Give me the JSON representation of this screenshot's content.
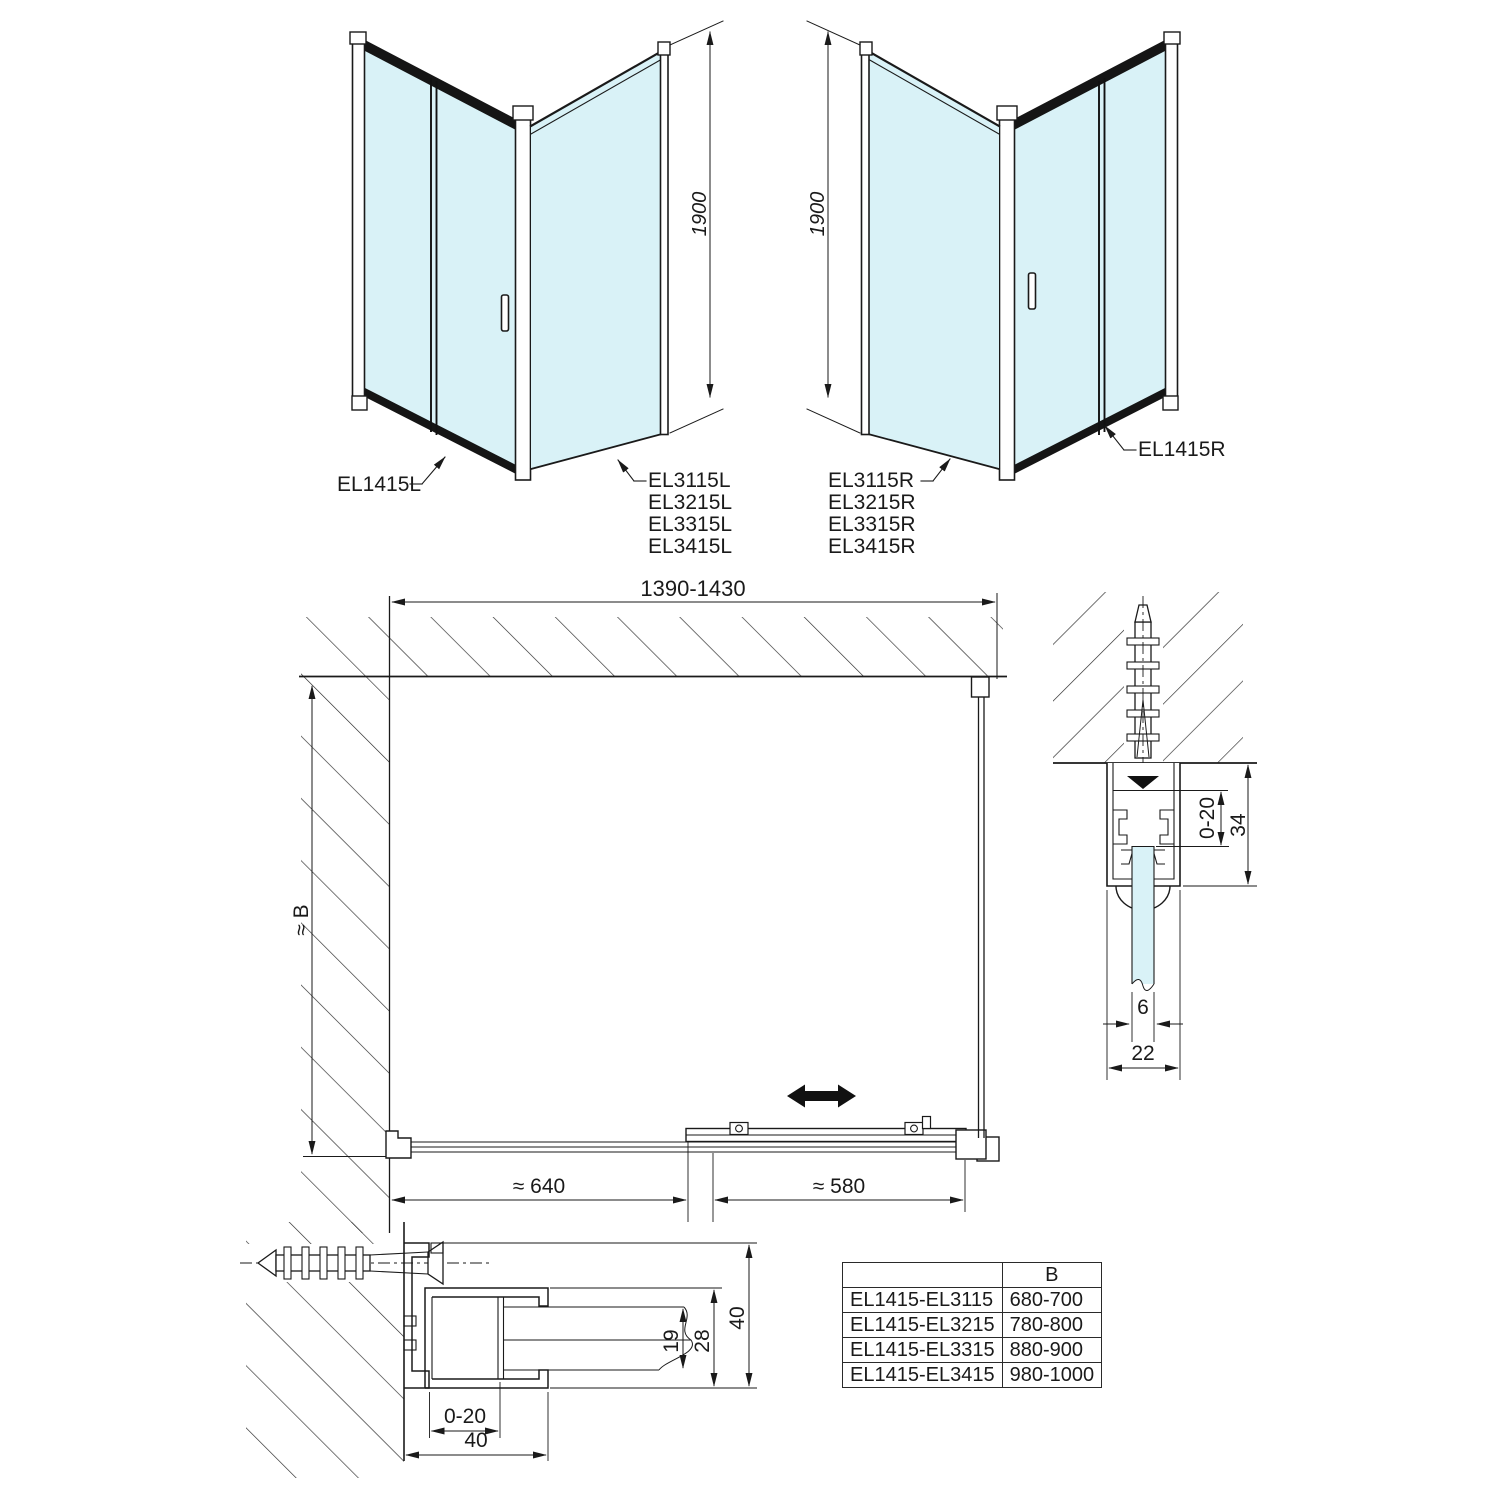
{
  "drawings": {
    "left": {
      "door_label": "EL1415L",
      "panel_labels": [
        "EL3115L",
        "EL3215L",
        "EL3315L",
        "EL3415L"
      ],
      "height_dim": "1900"
    },
    "right": {
      "door_label": "EL1415R",
      "panel_labels": [
        "EL3115R",
        "EL3215R",
        "EL3315R",
        "EL3415R"
      ],
      "height_dim": "1900"
    }
  },
  "plan": {
    "width_dim": "1390-1430",
    "depth_dim": "≈ B",
    "fixed_panel_dim": "≈ 640",
    "door_dim": "≈ 580"
  },
  "wall_profile_section": {
    "adjust_dim": "0-20",
    "profile_depth_dim": "34",
    "glass_thickness_dim": "6",
    "profile_width_dim": "22"
  },
  "wall_profile_plan_section": {
    "adjust_dim": "0-20",
    "profile_width_dim": "40",
    "glass_insert_dim": "19",
    "inner_profile_dim": "28",
    "outer_profile_dim": "40"
  },
  "size_table": {
    "col_header": "B",
    "rows": [
      {
        "model": "EL1415-EL3115",
        "b": "680-700"
      },
      {
        "model": "EL1415-EL3215",
        "b": "780-800"
      },
      {
        "model": "EL1415-EL3315",
        "b": "880-900"
      },
      {
        "model": "EL1415-EL3415",
        "b": "980-1000"
      }
    ]
  },
  "icons": {
    "slide_direction": "double-arrow"
  },
  "colors": {
    "glass": "#d9f2f7",
    "line": "#1a1a1a"
  }
}
